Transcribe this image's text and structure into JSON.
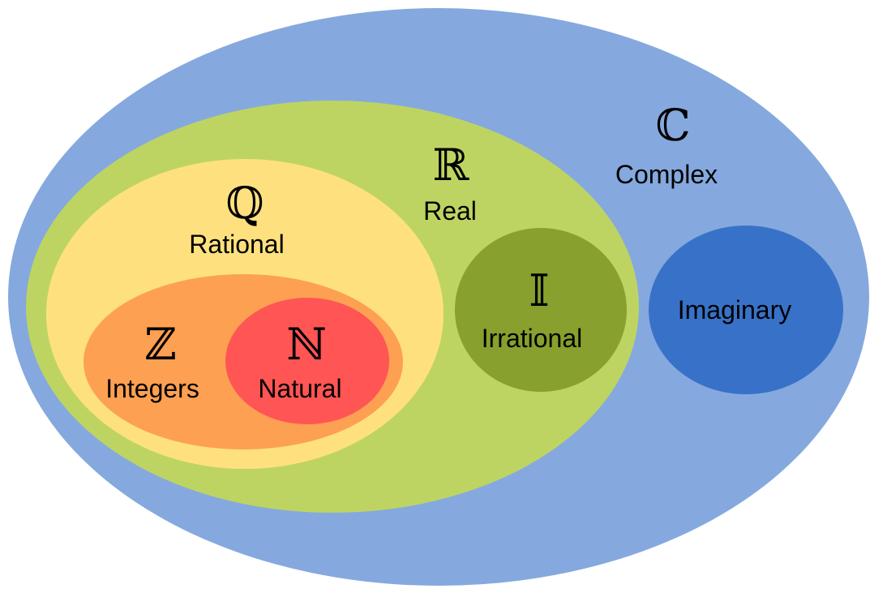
{
  "sets": {
    "complex": {
      "symbol": "ℂ",
      "label": "Complex",
      "color": "#85A9DE"
    },
    "real": {
      "symbol": "ℝ",
      "label": "Real",
      "color": "#BED462"
    },
    "rational": {
      "symbol": "ℚ",
      "label": "Rational",
      "color": "#FEE17E"
    },
    "integers": {
      "symbol": "ℤ",
      "label": "Integers",
      "color": "#FDA052"
    },
    "natural": {
      "symbol": "ℕ",
      "label": "Natural",
      "color": "#FF5554"
    },
    "irrational": {
      "symbol": "𝕀",
      "label": "Irrational",
      "color": "#87A02E"
    },
    "imaginary": {
      "label": "Imaginary",
      "color": "#3872C8"
    }
  }
}
